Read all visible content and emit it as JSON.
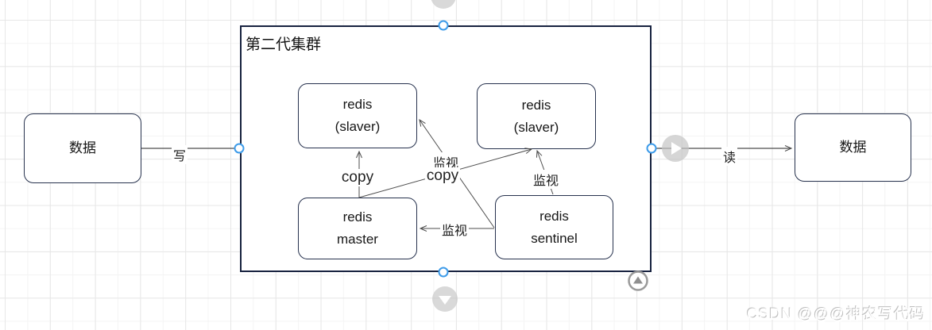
{
  "diagram": {
    "container": {
      "title": "第二代集群"
    },
    "nodes": {
      "data_left": {
        "label": "数据"
      },
      "data_right": {
        "label": "数据"
      },
      "slaver1": {
        "line1": "redis",
        "line2": "(slaver)"
      },
      "slaver2": {
        "line1": "redis",
        "line2": "(slaver)"
      },
      "master": {
        "line1": "redis",
        "line2": "master"
      },
      "sentinel": {
        "line1": "redis",
        "line2": "sentinel"
      }
    },
    "edges": {
      "write": {
        "label": "写"
      },
      "read": {
        "label": "读"
      },
      "copy_vertical": {
        "label": "copy"
      },
      "copy_diagonal": {
        "label": "copy"
      },
      "monitor_slaver1": {
        "label": "监视"
      },
      "monitor_slaver2": {
        "label": "监视"
      },
      "monitor_master": {
        "label": "监视"
      }
    },
    "colors": {
      "node_border": "#27324e",
      "container_border": "#17223f",
      "edge_stroke": "#4d4d4d",
      "handle_blue": "#3d9be9",
      "icon_gray": "#c4c4c4",
      "grid_line": "#e7e7e7"
    }
  },
  "watermark": {
    "text": "CSDN @@@神农写代码"
  }
}
